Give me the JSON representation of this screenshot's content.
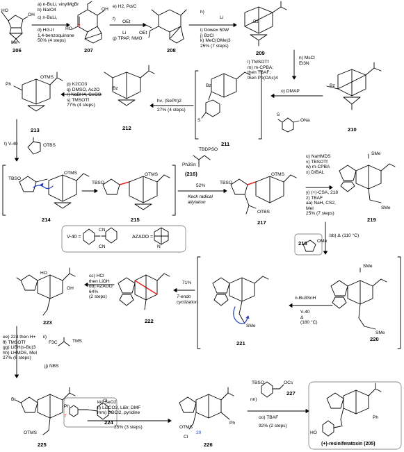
{
  "compounds": {
    "c206": "206",
    "c207": "207",
    "c208": "208",
    "c209": "209",
    "c210": "210",
    "c211": "211",
    "c212": "212",
    "c213": "213",
    "c214": "214",
    "c215": "215",
    "c216": "(216)",
    "c217": "217",
    "c218": "218",
    "c219": "219",
    "c220": "220",
    "c221": "221",
    "c222": "222",
    "c223": "223",
    "c224": "224",
    "c225": "225",
    "c226": "226",
    "c227": "227",
    "c205": "(+)-resiniferatoxin (205)"
  },
  "steps": {
    "s1": "a) n-BuLi, vinylMgBr\nb) NaIO4",
    "s1b": "c) n-BuLi,",
    "s1c": "d) HG-II\n1,4-benzoquinone\n50% (4 steps)",
    "s2a": "e) H2, Pd/C",
    "s2b": "f)",
    "s2c": "g) TPAP, NMO",
    "s3a": "h)",
    "s3b": "i) Dowex 50W\nj) BzCl\nk) MeC(OMe)3\n25% (7 steps)",
    "s4a": "n) MsCl\nEt3N",
    "s4b": "l) TMSOTf\nm) m-CPBA;\nthen TBAF;\nthen Pb(OAc)4",
    "s5": "o) DMAP",
    "s6": "hν, (SePh)2",
    "s6y": "27% (4 steps)",
    "s7": "p) K2CO3\nq) DMSO, Ac2O\nr) NaBH4, CeCl3\ns) TMSOTf\n77% (4 steps)",
    "s8": "t) V-40",
    "s9a": "TBDPSO",
    "s9b": "Ph3Sn",
    "s9y": "52%",
    "s9n": "Keck radical\nallylation",
    "s10": "u) NaHMDS\nv) TBSOTf\nw) m-CPBA\nx) DIBAL",
    "s10b": "y) (+)-CSA, 218\nz) TBAF\naa) NaH, CS2,\nMeI\n25% (7 steps)",
    "s11": "bb) Δ",
    "s11t": "(110 °C)",
    "s12a": "n-Bu3SnH",
    "s12b": "V-40\nΔ\n(180 °C)",
    "s13y": "71%",
    "s13n": "7-endo\ncyclization",
    "s14": "cc) HCl\nthen LiOH\ndd) AZADO\n64%\n(2 steps)",
    "s15a": "ee) 224 then H+\nff) TMSOTf\ngg) LiBH(s-Bu)3\nhh) LHMDS, MeI\n27% (6 steps)",
    "s15b": "ii)",
    "s15c": "jj) NBS",
    "s16": "kk) SeO2\nll) Li2CO3, LiBr, DMF\nmm) SOCl2, pyridine",
    "s16y": "25% (3 steps)",
    "s17a": "nn)",
    "s17b": "oo) TBAF",
    "s17y": "92% (2 steps)"
  },
  "legend": {
    "v40": "V-40 =",
    "azado": "AZADO ="
  },
  "atoms": {
    "tms": "OTMS",
    "tbs": "OTBS",
    "tbso": "TBSO",
    "bz": "Bz",
    "ph": "Ph",
    "sme": "SMe",
    "ocs": "OCs",
    "me": "Me",
    "ho": "HO",
    "oh": "OH",
    "o": "O",
    "s": "S",
    "cl": "Cl",
    "br": "Br",
    "n": "N",
    "na": "ONa",
    "cn": "CN",
    "oet": "OEt",
    "li": "Li",
    "tms_n": "TMS",
    "num3": "3",
    "num7": "7",
    "num20": "20",
    "f3c": "F3C",
    "omey": "OMe"
  },
  "colors": {
    "red": "#e2201c",
    "blue": "#1f3fbf",
    "box": "#8a8a8a"
  }
}
